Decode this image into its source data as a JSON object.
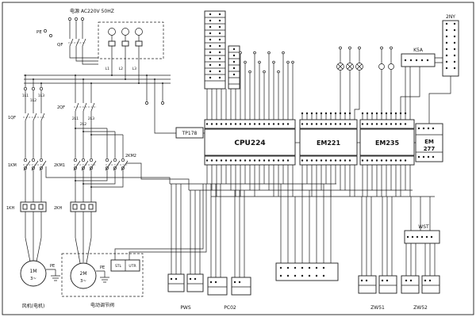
{
  "power": {
    "label": "电源 AC220V 50HZ",
    "pe": "PE",
    "breaker": "QF",
    "l1": "L1",
    "l2": "L2",
    "l3": "L3"
  },
  "fan": {
    "t1": "1L1",
    "t2": "1L2",
    "t3": "1L3",
    "breaker": "1QF",
    "contactor": "1KM",
    "thermal": "1KH",
    "motor": "1M",
    "motor_sub": "3~",
    "pe": "PE",
    "caption": "风机(电机)"
  },
  "valve": {
    "t1": "2L1",
    "t2": "2L2",
    "t3": "2L3",
    "breaker": "2QF",
    "contactor_fwd": "2KM1",
    "contactor_rev": "2KM2",
    "thermal": "2KH",
    "motor": "2M",
    "motor_sub": "3~",
    "pe": "PE",
    "caption": "电动调节阀",
    "sw1": "STL",
    "sw2": "UTR"
  },
  "plc": {
    "hmi": "TP178",
    "cpu": "CPU224",
    "em1": "EM221",
    "em2": "EM235",
    "em3_line1": "EM",
    "em3_line2": "277"
  },
  "panel": {
    "relay": "K5A",
    "solenoid": "2NY"
  },
  "field": {
    "wst": "WST",
    "pws": "PWS",
    "pc02": "PC02",
    "zw51": "ZW51",
    "zw52": "ZW52"
  }
}
